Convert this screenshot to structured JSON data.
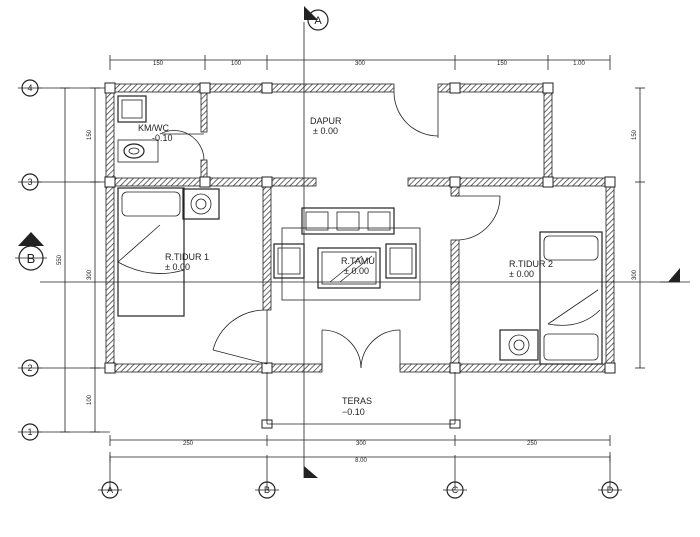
{
  "rooms": {
    "kitchen": {
      "name": "DAPUR",
      "level": "± 0.00"
    },
    "bath": {
      "name": "KM/WC",
      "level": "-0.10"
    },
    "bed1": {
      "name": "R.TIDUR 1",
      "level": "± 0.00"
    },
    "living": {
      "name": "R.TAMU",
      "level": "± 0.00"
    },
    "bed2": {
      "name": "R.TIDUR 2",
      "level": "± 0.00"
    },
    "terrace": {
      "name": "TERAS",
      "level": "−0.10"
    }
  },
  "section_markers": {
    "a": "A",
    "b": "B"
  },
  "grid_bubbles": {
    "rows": [
      "4",
      "3",
      "2",
      "1"
    ],
    "cols": [
      "A",
      "B",
      "C",
      "D"
    ]
  },
  "dimensions": {
    "top": [
      "150",
      "100",
      "300",
      "150",
      "1.00"
    ],
    "bottom_parts": [
      "250",
      "300",
      "250"
    ],
    "bottom_total": "8.00",
    "left_inner": [
      "150",
      "300",
      "100"
    ],
    "left_total": "550",
    "right": [
      "150",
      "300"
    ]
  },
  "colors": {
    "line": "#222222",
    "wall_fill": "#7a7a7a",
    "background": "#ffffff"
  }
}
